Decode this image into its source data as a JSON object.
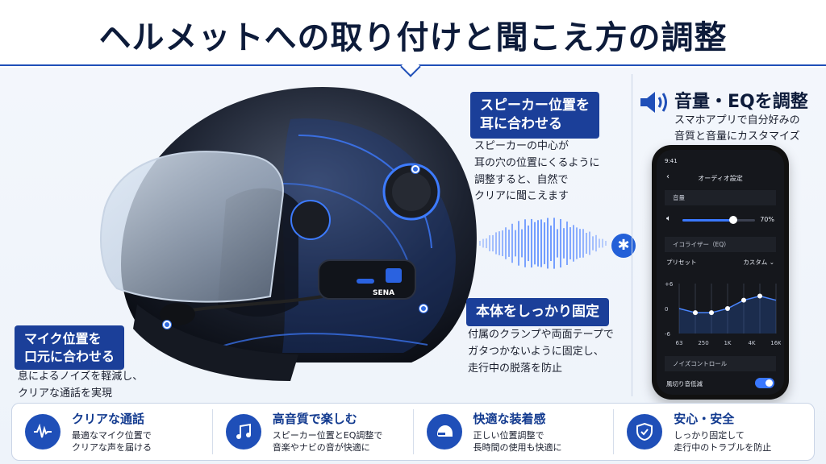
{
  "title": "ヘルメットへの取り付けと聞こえ方の調整",
  "callouts": {
    "speaker": {
      "label_line1": "スピーカー位置を",
      "label_line2": "耳に合わせる",
      "text_line1": "スピーカーの中心が",
      "text_line2": "耳の穴の位置にくるように",
      "text_line3": "調整すると、自然で",
      "text_line4": "クリアに聞こえます"
    },
    "mount": {
      "label": "本体をしっかり固定",
      "text_line1": "付属のクランプや両面テープで",
      "text_line2": "ガタつかないように固定し、",
      "text_line3": "走行中の脱落を防止"
    },
    "mic": {
      "label_line1": "マイク位置を",
      "label_line2": "口元に合わせる",
      "text_line1": "息によるノイズを軽減し、",
      "text_line2": "クリアな通話を実現"
    }
  },
  "device": {
    "brand": "SENA"
  },
  "right_panel": {
    "title": "音量・EQを調整",
    "sub_line1": "スマホアプリで自分好みの",
    "sub_line2": "音質と音量にカスタマイズ"
  },
  "phone": {
    "time": "9:41",
    "header": "オーディオ設定",
    "volume_section": "音量",
    "volume_value": "70%",
    "volume_level": 0.7,
    "eq_section": "イコライザー（EQ）",
    "preset_label": "プリセット",
    "preset_value": "カスタム",
    "eq_y_labels": [
      "+6",
      "0",
      "-6"
    ],
    "eq_bands": [
      "63",
      "250",
      "1K",
      "4K",
      "16K"
    ],
    "eq_points_db": [
      0,
      -1,
      -1,
      0,
      2,
      3,
      2
    ],
    "noise_section": "ノイズコントロール",
    "wind_label": "風切り音低減",
    "wind_enabled": true
  },
  "features": [
    {
      "icon": "waveform-icon",
      "title": "クリアな通話",
      "desc_line1": "最適なマイク位置で",
      "desc_line2": "クリアな声を届ける"
    },
    {
      "icon": "music-note-icon",
      "title": "高音質で楽しむ",
      "desc_line1": "スピーカー位置とEQ調整で",
      "desc_line2": "音楽やナビの音が快適に"
    },
    {
      "icon": "helmet-icon",
      "title": "快適な装着感",
      "desc_line1": "正しい位置調整で",
      "desc_line2": "長時間の使用も快適に"
    },
    {
      "icon": "shield-check-icon",
      "title": "安心・安全",
      "desc_line1": "しっかり固定して",
      "desc_line2": "走行中のトラブルを防止"
    }
  ],
  "colors": {
    "accent": "#1f4fb8",
    "label_bg": "#1b3f99",
    "bluetooth": "#2360d8"
  }
}
